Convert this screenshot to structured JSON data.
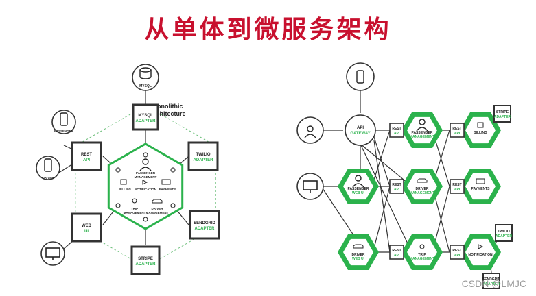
{
  "title": "从单体到微服务架构",
  "watermark": "CSDN @LMJC",
  "colors": {
    "accent": "#2bb24c",
    "title": "#c8102e",
    "box": "#333333"
  },
  "monolith": {
    "caption_line1": "Monolithic",
    "caption_line2": "Architecture",
    "mysql": "MYSQL",
    "mysql_adapter": [
      "MYSQL",
      "ADAPTER"
    ],
    "rest_api": [
      "REST",
      "API"
    ],
    "twilio": [
      "TWILIO",
      "ADAPTER"
    ],
    "sendgrid": [
      "SENDGRID",
      "ADAPTER"
    ],
    "web_ui": [
      "WEB",
      "UI"
    ],
    "stripe": [
      "STRIPE",
      "ADAPTER"
    ],
    "passenger": "PASSENGER",
    "driver": "DRIVER",
    "passenger_mgmt": [
      "PASSENGER",
      "MANAGEMENT"
    ],
    "billing": "BILLING",
    "notification": "NOTIFICATION",
    "payments": "PAYMENTS",
    "trip_mgmt": [
      "TRIP",
      "MANAGEMENT"
    ],
    "driver_mgmt": [
      "DRIVER",
      "MANAGEMENT"
    ]
  },
  "micro": {
    "api_gateway": [
      "API",
      "GATEWAY"
    ],
    "passenger_mgmt": [
      "PASSENGER",
      "MANAGEMENT"
    ],
    "billing": "BILLING",
    "stripe_adapter": [
      "STRIPE",
      "ADAPTER"
    ],
    "passenger_web": [
      "PASSENGER",
      "WEB UI"
    ],
    "driver_mgmt": [
      "DRIVER",
      "MANAGEMENT"
    ],
    "payments": "PAYMENTS",
    "driver_web": [
      "DRIVER",
      "WEB UI"
    ],
    "trip_mgmt": [
      "TRIP",
      "MANAGEMENT"
    ],
    "notification": "NOTIFICATION",
    "twilio_adapter": [
      "TWILIO",
      "ADAPTER"
    ],
    "sendgrid_adapter": [
      "SENDGRID",
      "ADAPTER"
    ],
    "rest_api": [
      "REST",
      "API"
    ]
  }
}
